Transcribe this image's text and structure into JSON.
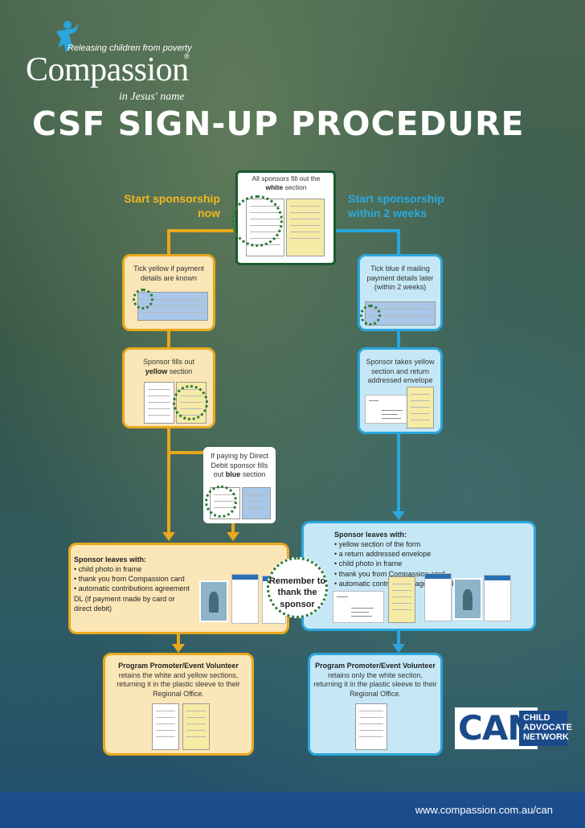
{
  "logo": {
    "tagline": "Releasing children from poverty",
    "name": "Compassion",
    "reg": "®",
    "sub": "in Jesus' name"
  },
  "title": "CSF SIGN-UP PROCEDURE",
  "top_note": {
    "line1": "All sponsors fill out the",
    "bold": "white",
    "line2": " section"
  },
  "left_head": {
    "line1": "Start sponsorship",
    "line2": "now"
  },
  "right_head": {
    "line1": "Start sponsorship",
    "line2": "within 2 weeks"
  },
  "left_box1": "Tick yellow if payment details are known",
  "right_box1": "Tick blue if mailing payment details later (within 2 weeks)",
  "left_box2": {
    "line1": "Sponsor fills out",
    "bold": "yellow",
    "line2": " section"
  },
  "right_box2": "Sponsor takes yellow section and return addressed envelope",
  "middle_box": {
    "line1": "If paying by Direct Debit sponsor fills out ",
    "bold": "blue",
    "line2": " section"
  },
  "left_leaves": {
    "title": "Sponsor leaves with:",
    "items": [
      "child photo in frame",
      "thank you from Compassion card",
      "automatic contributions agreement DL (if payment made by card or direct debit)"
    ]
  },
  "right_leaves": {
    "title": "Sponsor leaves with:",
    "items": [
      "yellow section of the form",
      "a return addressed envelope",
      "child photo in frame",
      "thank you from Compassion card",
      "automatic contributions agreement  DL"
    ]
  },
  "remember": "Remember to thank the sponsor",
  "left_volunteer": {
    "title": "Program Promoter/Event Volunteer",
    "body": "retains the white and yellow sections, returning it in the plastic sleeve to their Regional Office."
  },
  "right_volunteer": {
    "title": "Program Promoter/Event Volunteer",
    "body": "retains only the white section, returning it in the plastic sleeve to their Regional Office."
  },
  "can": {
    "letters": "CAN",
    "box": "CHILD ADVOCATE NETWORK"
  },
  "footer_url": "www.compassion.com.au/can",
  "colors": {
    "yellow": "#e8a81c",
    "blue": "#2aa6dd",
    "green": "#1b5a30",
    "navy": "#1a4a8a"
  }
}
